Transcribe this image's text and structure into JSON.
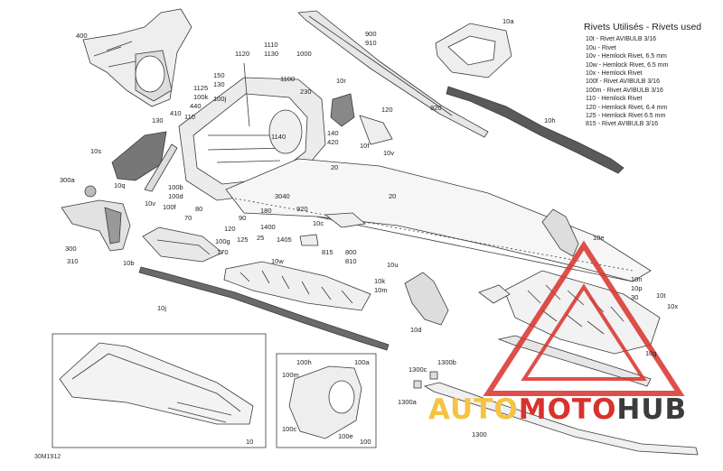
{
  "legend": {
    "title": "Rivets Utilisés - Rivets used",
    "rows": [
      "10t - Rivet AVIBULB 3/16",
      "10u - Rivet",
      "10v - Hemlock Rivet, 6.5 mm",
      "10w - Hemlock Rivet, 6.5 mm",
      "10x - Hemlock Rivet",
      "100f - Rivet AVIBULB 3/16",
      "100m - Rivet AVIBULB 3/16",
      "110 - Hemlock Rivet",
      "120 - Hemlock Rivet, 6.4 mm",
      "125 - Hemlock Rivet 6.5 mm",
      "815 - Rivet AVIBULB 3/16"
    ]
  },
  "callouts": {
    "c400": "400",
    "c10a": "10a",
    "c900": "900",
    "c910": "910",
    "c1000": "1000",
    "c1110": "1110",
    "c1130": "1130",
    "c1120": "1120",
    "c150": "150",
    "c130a": "130",
    "c1100": "1100",
    "c1125": "1125",
    "c100k": "100k",
    "c440": "440",
    "c100j": "100j",
    "c410": "410",
    "c110": "110",
    "c130b": "130",
    "c230": "230",
    "c10r": "10r",
    "c920a": "920",
    "c10h": "10h",
    "c120a": "120",
    "c10f": "10f",
    "c10v_a": "10v",
    "c140": "140",
    "c420": "420",
    "c1140": "1140",
    "c20a": "20",
    "c20b": "20",
    "c10s": "10s",
    "c300a": "300a",
    "c10q": "10q",
    "c10v_b": "10v",
    "c100b": "100b",
    "c100d": "100d",
    "c100f": "100f",
    "c80": "80",
    "c70": "70",
    "c90": "90",
    "c180": "180",
    "c3040": "3040",
    "c1400": "1400",
    "c920b": "920",
    "c10c": "10c",
    "c300": "300",
    "c310": "310",
    "c120b": "120",
    "c25": "25",
    "c125": "125",
    "c100g": "100g",
    "c170": "170",
    "c1405": "1405",
    "c815": "815",
    "c800": "800",
    "c810": "810",
    "c10e": "10e",
    "c10b": "10b",
    "c10w": "10w",
    "c10u": "10u",
    "c10k": "10k",
    "c10m": "10m",
    "c10n": "10n",
    "c10p": "10p",
    "c30": "30",
    "c10t": "10t",
    "c10x": "10x",
    "c10j": "10j",
    "c10d": "10d",
    "c10g": "10g",
    "c100h": "100h",
    "c100a": "100a",
    "c100m": "100m",
    "c100c": "100c",
    "c100e": "100e",
    "c100": "100",
    "c10": "10",
    "c1300b": "1300b",
    "c1300c": "1300c",
    "c1300a": "1300a",
    "c1300": "1300"
  },
  "footer": {
    "code": "30M1912"
  },
  "watermark": {
    "part1": "AUTO",
    "part2": "MOTO",
    "part3": "HUB"
  },
  "colors": {
    "line": "#3a3a3a",
    "fill": "#e8e8e8",
    "dark": "#555555",
    "wm_red": "#d8322c",
    "wm_yellow": "#f5c343",
    "wm_dark": "#3c3c3c"
  }
}
